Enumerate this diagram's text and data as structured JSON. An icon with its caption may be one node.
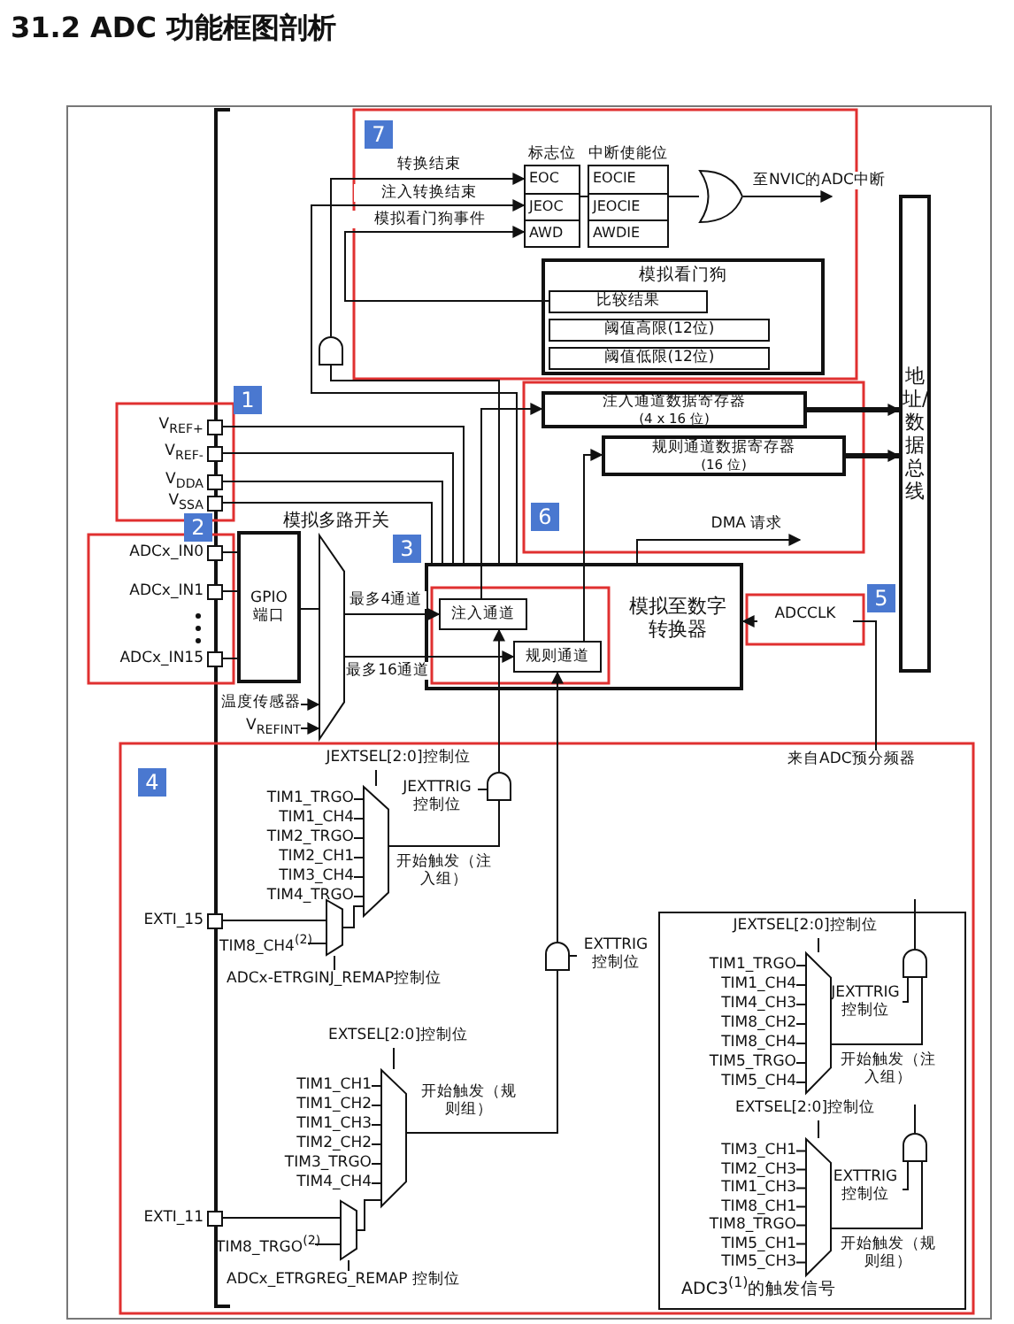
{
  "diagram": {
    "title": "31.2 ADC 功能框图剖析",
    "nodes": [
      {
        "text": [
          "标志位",
          "EOC",
          "JEOC",
          "AWD"
        ]
      },
      {
        "text": [
          "中断使能位",
          "EOCIE",
          "JEOCIE",
          "AWDIE"
        ]
      },
      {
        "text": [],
        "shape": "gate"
      },
      {
        "text": [
          "模拟看门狗"
        ]
      },
      {
        "text": [
          "比较结果"
        ],
        "in": 3
      },
      {
        "text": [
          "阈值高限(12位)"
        ],
        "in": 3
      },
      {
        "text": [
          "阈值低限(12位)"
        ],
        "in": 3
      },
      {
        "text": [],
        "shape": "gate"
      },
      {
        "text": [
          "注入通道数据寄存器",
          "(4 x 16 位)"
        ]
      },
      {
        "text": [
          "规则通道数据寄存器",
          "(16 位)"
        ]
      },
      {
        "text": [
          "地址/数据总线"
        ]
      },
      {
        "text": [
          "V$_{REF+}$"
        ]
      },
      {
        "text": [
          "V$_{REF-}$"
        ]
      },
      {
        "text": [
          "V$_{DDA}$"
        ]
      },
      {
        "text": [
          "V$_{SSA}$"
        ]
      },
      {
        "text": [
          "ADCx_IN0"
        ]
      },
      {
        "text": [
          "ADCx_IN1"
        ]
      },
      {
        "text": [
          "ADCx_IN15"
        ]
      },
      {
        "text": [
          "GPIO 端口"
        ]
      },
      {
        "text": [],
        "shape": "trapezoid"
      },
      {
        "text": [
          "温度传感器"
        ]
      },
      {
        "text": [
          "V$_{REFINT}$"
        ]
      },
      {
        "text": [
          "模拟至数字转换器"
        ]
      },
      {
        "text": [
          "注入通道"
        ],
        "in": 22
      },
      {
        "text": [
          "规则通道"
        ],
        "in": 22
      },
      {
        "text": [
          "ADCCLK"
        ]
      },
      {
        "text": [
          "来自ADC预分频器"
        ]
      },
      {
        "text": [
          "JEXTSEL[2:0]控制位"
        ]
      },
      {
        "text": [],
        "shape": "trapezoid"
      },
      {
        "text": [
          "TIM1_TRGO"
        ]
      },
      {
        "text": [
          "TIM1_CH4"
        ]
      },
      {
        "text": [
          "TIM2_TRGO"
        ]
      },
      {
        "text": [
          "TIM2_CH1"
        ]
      },
      {
        "text": [
          "TIM3_CH4"
        ]
      },
      {
        "text": [
          "TIM4_TRGO"
        ]
      },
      {
        "text": [
          "EXTI_15"
        ]
      },
      {
        "text": [
          "TIM8_CH4$^{(2)}$"
        ]
      },
      {
        "text": [],
        "shape": "trapezoid"
      },
      {
        "text": [
          "ADCx-ETRGINJ_REMAP控制位"
        ]
      },
      {
        "text": [],
        "shape": "gate"
      },
      {
        "text": [
          "JEXTTRIG控制位"
        ]
      },
      {
        "text": [],
        "shape": "gate"
      },
      {
        "text": [
          "EXTTRIG控制位"
        ]
      },
      {
        "text": [
          "EXTSEL[2:0]控制位"
        ]
      },
      {
        "text": [],
        "shape": "trapezoid"
      },
      {
        "text": [
          "TIM1_CH1"
        ]
      },
      {
        "text": [
          "TIM1_CH2"
        ]
      },
      {
        "text": [
          "TIM1_CH3"
        ]
      },
      {
        "text": [
          "TIM2_CH2"
        ]
      },
      {
        "text": [
          "TIM3_TRGO"
        ]
      },
      {
        "text": [
          "TIM4_CH4"
        ]
      },
      {
        "text": [
          "EXTI_11"
        ]
      },
      {
        "text": [
          "TIM8_TRGO$^{(2)}$"
        ]
      },
      {
        "text": [],
        "shape": "trapezoid"
      },
      {
        "text": [
          "ADCx_ETRGREG_REMAP 控制位"
        ]
      },
      {
        "text": [
          "ADC3$^{(1)}$的触发信号"
        ]
      },
      {
        "text": [
          "JEXTSEL[2:0]控制位"
        ],
        "in": 55
      },
      {
        "text": [],
        "shape": "trapezoid",
        "in": 55
      },
      {
        "text": [
          "TIM1_TRGO"
        ],
        "in": 55
      },
      {
        "text": [
          "TIM1_CH4"
        ],
        "in": 55
      },
      {
        "text": [
          "TIM4_CH3"
        ],
        "in": 55
      },
      {
        "text": [
          "TIM8_CH2"
        ],
        "in": 55
      },
      {
        "text": [
          "TIM8_CH4"
        ],
        "in": 55
      },
      {
        "text": [
          "TIM5_TRGO"
        ],
        "in": 55
      },
      {
        "text": [
          "TIM5_CH4"
        ],
        "in": 55
      },
      {
        "text": [],
        "shape": "gate",
        "in": 55
      },
      {
        "text": [
          "JEXTTRIG控制位"
        ],
        "in": 55
      },
      {
        "text": [
          "EXTSEL[2:0]控制位"
        ],
        "in": 55
      },
      {
        "text": [],
        "shape": "trapezoid",
        "in": 55
      },
      {
        "text": [
          "TIM3_CH1"
        ],
        "in": 55
      },
      {
        "text": [
          "TIM2_CH3"
        ],
        "in": 55
      },
      {
        "text": [
          "TIM1_CH3"
        ],
        "in": 55
      },
      {
        "text": [
          "TIM8_CH1"
        ],
        "in": 55
      },
      {
        "text": [
          "TIM8_TRGO"
        ],
        "in": 55
      },
      {
        "text": [
          "TIM5_CH1"
        ],
        "in": 55
      },
      {
        "text": [
          "TIM5_CH3"
        ],
        "in": 55
      },
      {
        "text": [],
        "shape": "gate",
        "in": 55
      },
      {
        "text": [
          "EXTTRIG控制位"
        ],
        "in": 55
      }
    ],
    "edges": [
      {
        "from": 7,
        "to": 0,
        "arrow": "to",
        "label": "转换结束"
      },
      {
        "from": 22,
        "to": 0,
        "arrow": "to",
        "label": "注入转换结束"
      },
      {
        "from": 4,
        "to": 0,
        "arrow": "to",
        "label": "模拟看门狗事件"
      },
      {
        "from": 0,
        "to": 1,
        "arrow": "none"
      },
      {
        "from": 1,
        "to": 2,
        "arrow": "none"
      },
      {
        "from": 2,
        "to": null,
        "arrow": "to",
        "label": "至NVIC的ADC中断"
      },
      {
        "from": 23,
        "to": 8,
        "arrow": "to"
      },
      {
        "from": 24,
        "to": 9,
        "arrow": "to"
      },
      {
        "from": 8,
        "to": 10,
        "arrow": "to",
        "style": "thick"
      },
      {
        "from": 9,
        "to": 10,
        "arrow": "to",
        "style": "thick"
      },
      {
        "from": 22,
        "to": null,
        "arrow": "to",
        "label": "DMA 请求"
      },
      {
        "from": 25,
        "to": 22,
        "arrow": "to"
      },
      {
        "from": 26,
        "to": 25,
        "arrow": "none"
      },
      {
        "from": 11,
        "to": 22,
        "arrow": "none"
      },
      {
        "from": 12,
        "to": 22,
        "arrow": "none"
      },
      {
        "from": 13,
        "to": 22,
        "arrow": "none"
      },
      {
        "from": 14,
        "to": 22,
        "arrow": "none"
      },
      {
        "from": 15,
        "to": 18,
        "arrow": "none"
      },
      {
        "from": 16,
        "to": 18,
        "arrow": "none"
      },
      {
        "from": 17,
        "to": 18,
        "arrow": "none"
      },
      {
        "from": 18,
        "to": 19,
        "arrow": "none"
      },
      {
        "from": 20,
        "to": 19,
        "arrow": "to"
      },
      {
        "from": 21,
        "to": 19,
        "arrow": "to"
      },
      {
        "from": 19,
        "to": 23,
        "arrow": "to",
        "label": "最多4通道"
      },
      {
        "from": 19,
        "to": 24,
        "arrow": "to",
        "label": "最多16通道"
      },
      {
        "from": 22,
        "to": 7,
        "arrow": "none"
      },
      {
        "from": 27,
        "to": 28,
        "arrow": "none"
      },
      {
        "from": 29,
        "to": 28,
        "arrow": "none"
      },
      {
        "from": 30,
        "to": 28,
        "arrow": "none"
      },
      {
        "from": 31,
        "to": 28,
        "arrow": "none"
      },
      {
        "from": 32,
        "to": 28,
        "arrow": "none"
      },
      {
        "from": 33,
        "to": 28,
        "arrow": "none"
      },
      {
        "from": 34,
        "to": 28,
        "arrow": "none"
      },
      {
        "from": 35,
        "to": 37,
        "arrow": "none"
      },
      {
        "from": 36,
        "to": 37,
        "arrow": "none"
      },
      {
        "from": 38,
        "to": 37,
        "arrow": "none"
      },
      {
        "from": 37,
        "to": 28,
        "arrow": "none"
      },
      {
        "from": 28,
        "to": 39,
        "arrow": "none",
        "label": "开始触发（注入组）"
      },
      {
        "from": 40,
        "to": 39,
        "arrow": "none"
      },
      {
        "from": 39,
        "to": 23,
        "arrow": "to"
      },
      {
        "from": 43,
        "to": 44,
        "arrow": "none"
      },
      {
        "from": 45,
        "to": 44,
        "arrow": "none"
      },
      {
        "from": 46,
        "to": 44,
        "arrow": "none"
      },
      {
        "from": 47,
        "to": 44,
        "arrow": "none"
      },
      {
        "from": 48,
        "to": 44,
        "arrow": "none"
      },
      {
        "from": 49,
        "to": 44,
        "arrow": "none"
      },
      {
        "from": 50,
        "to": 44,
        "arrow": "none"
      },
      {
        "from": 51,
        "to": 53,
        "arrow": "none"
      },
      {
        "from": 52,
        "to": 53,
        "arrow": "none"
      },
      {
        "from": 54,
        "to": 53,
        "arrow": "none"
      },
      {
        "from": 53,
        "to": 44,
        "arrow": "none"
      },
      {
        "from": 44,
        "to": 41,
        "arrow": "none",
        "label": "开始触发（规则组）"
      },
      {
        "from": 42,
        "to": 41,
        "arrow": "none"
      },
      {
        "from": 41,
        "to": 24,
        "arrow": "to"
      },
      {
        "from": 56,
        "to": 57,
        "arrow": "none"
      },
      {
        "from": 58,
        "to": 57,
        "arrow": "none"
      },
      {
        "from": 59,
        "to": 57,
        "arrow": "none"
      },
      {
        "from": 60,
        "to": 57,
        "arrow": "none"
      },
      {
        "from": 61,
        "to": 57,
        "arrow": "none"
      },
      {
        "from": 62,
        "to": 57,
        "arrow": "none"
      },
      {
        "from": 63,
        "to": 57,
        "arrow": "none"
      },
      {
        "from": 64,
        "to": 57,
        "arrow": "none"
      },
      {
        "from": 57,
        "to": 65,
        "arrow": "none",
        "label": "开始触发（注入组）"
      },
      {
        "from": 66,
        "to": 65,
        "arrow": "none"
      },
      {
        "from": 65,
        "to": null,
        "arrow": "none"
      },
      {
        "from": 67,
        "to": 68,
        "arrow": "none"
      },
      {
        "from": 69,
        "to": 68,
        "arrow": "none"
      },
      {
        "from": 70,
        "to": 68,
        "arrow": "none"
      },
      {
        "from": 71,
        "to": 68,
        "arrow": "none"
      },
      {
        "from": 72,
        "to": 68,
        "arrow": "none"
      },
      {
        "from": 73,
        "to": 68,
        "arrow": "none"
      },
      {
        "from": 74,
        "to": 68,
        "arrow": "none"
      },
      {
        "from": 75,
        "to": 68,
        "arrow": "none"
      },
      {
        "from": 68,
        "to": 76,
        "arrow": "none",
        "label": "开始触发（规则组）"
      },
      {
        "from": 77,
        "to": 76,
        "arrow": "none"
      },
      {
        "from": 76,
        "to": null,
        "arrow": "none"
      }
    ],
    "labels": [
      "7",
      "1",
      "6",
      "2",
      "模拟多路开关",
      "3",
      "5",
      "4"
    ]
  }
}
